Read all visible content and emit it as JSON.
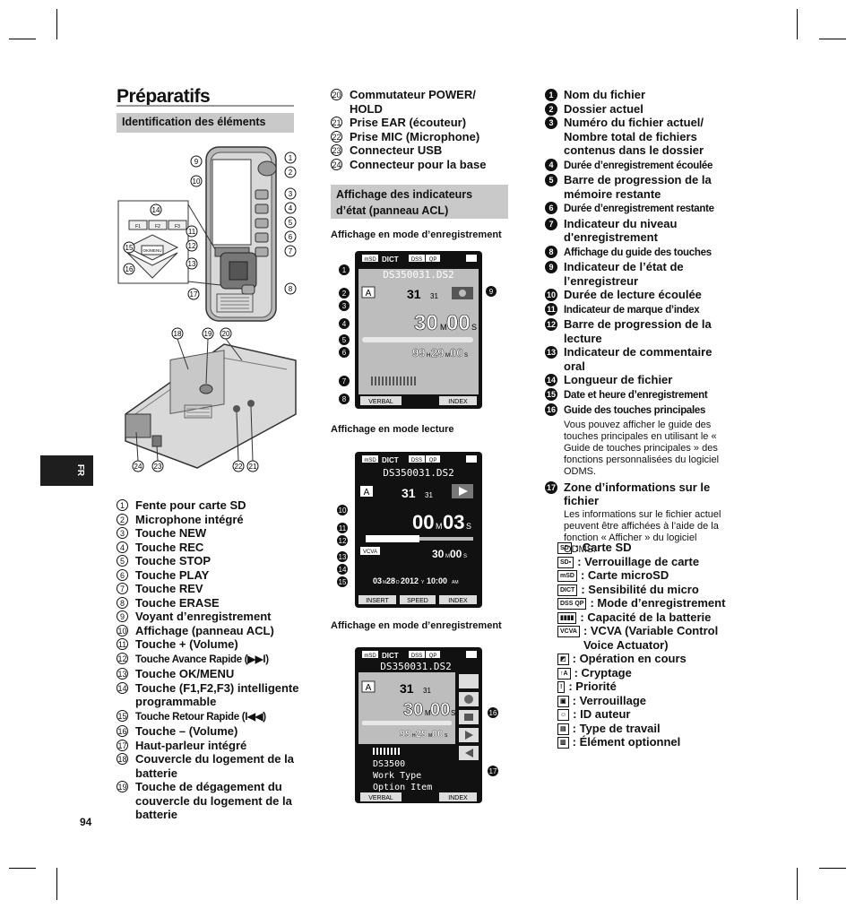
{
  "title": "Préparatifs",
  "section_identification": "Identification des éléments",
  "section_lcd": "Affichage des indicateurs d’état (panneau ACL)",
  "page_number": "94",
  "language_tab": "FR",
  "parts": [
    {
      "num": "1",
      "label": "Fente pour carte SD"
    },
    {
      "num": "2",
      "label": "Microphone intégré"
    },
    {
      "num": "3",
      "label": "Touche NEW"
    },
    {
      "num": "4",
      "label": "Touche REC"
    },
    {
      "num": "5",
      "label": "Touche STOP"
    },
    {
      "num": "6",
      "label": "Touche PLAY"
    },
    {
      "num": "7",
      "label": "Touche REV"
    },
    {
      "num": "8",
      "label": "Touche ERASE"
    },
    {
      "num": "9",
      "label": "Voyant d’enregistrement"
    },
    {
      "num": "10",
      "label": "Affichage (panneau ACL)"
    },
    {
      "num": "11",
      "label": "Touche + (Volume)"
    },
    {
      "num": "12",
      "label": "Touche Avance Rapide (▶▶I)"
    },
    {
      "num": "13",
      "label": "Touche OK/MENU"
    },
    {
      "num": "14",
      "label": "Touche (F1,F2,F3) intelligente programmable"
    },
    {
      "num": "15",
      "label": "Touche Retour Rapide (I◀◀)"
    },
    {
      "num": "16",
      "label": "Touche – (Volume)"
    },
    {
      "num": "17",
      "label": "Haut-parleur intégré"
    },
    {
      "num": "18",
      "label": "Couvercle du logement de la batterie"
    },
    {
      "num": "19",
      "label": "Touche de dégagement du couvercle du logement de la batterie"
    },
    {
      "num": "20",
      "label": "Commutateur POWER/ HOLD"
    },
    {
      "num": "21",
      "label": "Prise EAR (écouteur)"
    },
    {
      "num": "22",
      "label": "Prise MIC (Microphone)"
    },
    {
      "num": "23",
      "label": "Connecteur USB"
    },
    {
      "num": "24",
      "label": "Connecteur pour la base"
    }
  ],
  "lcd_captions": {
    "record1": "Affichage en mode d’enregistrement",
    "play": "Affichage en mode lecture",
    "record2": "Affichage en mode d’enregistrement"
  },
  "lcd": {
    "icons_top": [
      "mSD",
      "DICT",
      "DSS",
      "QP"
    ],
    "filename": "DS350031.DS2",
    "folder": "A",
    "file_count": "31",
    "file_total": "31",
    "rec_elapsed": {
      "min": "30",
      "sec": "00"
    },
    "rec_remaining": {
      "hours": "99",
      "min": "29",
      "sec": "00"
    },
    "play_elapsed": {
      "min": "00",
      "sec": "03"
    },
    "play_length": {
      "min": "30",
      "sec": "00"
    },
    "vcva": "VCVA",
    "date": {
      "month": "03",
      "day": "28",
      "year": "2012",
      "time": "10:00"
    },
    "btn_record": [
      "VERBAL",
      "INDEX"
    ],
    "btn_play": [
      "INSERT",
      "SPEED",
      "INDEX"
    ],
    "info": [
      "DS3500",
      "Work Type",
      "Option Item"
    ],
    "unit_m": "M",
    "unit_s": "S",
    "unit_h": "H",
    "unit_d": "D",
    "unit_y": "Y",
    "unit_am": "AM"
  },
  "recorder_keys": [
    "F1",
    "F2",
    "F3"
  ],
  "recorder_ok": "OK/MENU",
  "indicators": [
    {
      "num": "1",
      "label": "Nom du fichier",
      "small": false
    },
    {
      "num": "2",
      "label": "Dossier actuel",
      "small": false
    },
    {
      "num": "3",
      "label": "Numéro du fichier actuel/ Nombre total de fichiers contenus dans le dossier",
      "small": false
    },
    {
      "num": "4",
      "label": "Durée d’enregistrement écoulée",
      "small": true
    },
    {
      "num": "5",
      "label": "Barre de progression de la mémoire restante",
      "small": false
    },
    {
      "num": "6",
      "label": "Durée d’enregistrement restante",
      "small": true
    },
    {
      "num": "7",
      "label": "Indicateur du niveau d'enregistrement",
      "small": false
    },
    {
      "num": "8",
      "label": "Affichage du guide des touches",
      "small": true
    },
    {
      "num": "9",
      "label": "Indicateur de l’état de l’enregistreur",
      "small": false
    },
    {
      "num": "10",
      "label": "Durée de lecture écoulée",
      "small": false
    },
    {
      "num": "11",
      "label": "Indicateur de marque d’index",
      "small": true
    },
    {
      "num": "12",
      "label": "Barre de progression de la lecture",
      "small": false
    },
    {
      "num": "13",
      "label": "Indicateur de commentaire oral",
      "small": false
    },
    {
      "num": "14",
      "label": "Longueur de fichier",
      "small": false
    },
    {
      "num": "15",
      "label": "Date et heure d’enregistrement",
      "small": true
    },
    {
      "num": "16",
      "label": "Guide des touches principales",
      "small": true,
      "desc": "Vous pouvez afficher le guide des touches principales en utilisant le « Guide de touches principales » des fonctions personnalisées du logiciel ODMS."
    },
    {
      "num": "17",
      "label": "Zone d’informations sur le fichier",
      "small": false,
      "desc": "Les informations sur le fichier actuel peuvent être affichées à l’aide de la fonction « Afficher » du logiciel ODMS."
    }
  ],
  "indicator_icons": [
    {
      "box": "SD",
      "label": ": Carte SD"
    },
    {
      "box": "SD▪",
      "label": ": Verrouillage de carte"
    },
    {
      "box": "mSD",
      "label": ": Carte microSD"
    },
    {
      "box": "DICT",
      "label": ": Sensibilité du micro"
    },
    {
      "box": "DSS QP",
      "label": ": Mode d’enregistrement"
    },
    {
      "box": "▮▮▮▮",
      "label": ": Capacité de la batterie"
    },
    {
      "box": "VCVA",
      "label": ": VCVA (Variable Control Voice Actuator)"
    },
    {
      "box": "◩",
      "label": ": Opération en cours"
    },
    {
      "box": "↑A",
      "label": ": Cryptage"
    },
    {
      "box": "!",
      "label": ": Priorité"
    },
    {
      "box": "▣",
      "label": ": Verrouillage"
    },
    {
      "box": "☺",
      "label": ": ID auteur"
    },
    {
      "box": "▤",
      "label": ": Type de travail"
    },
    {
      "box": "▥",
      "label": ": Élément optionnel"
    }
  ]
}
